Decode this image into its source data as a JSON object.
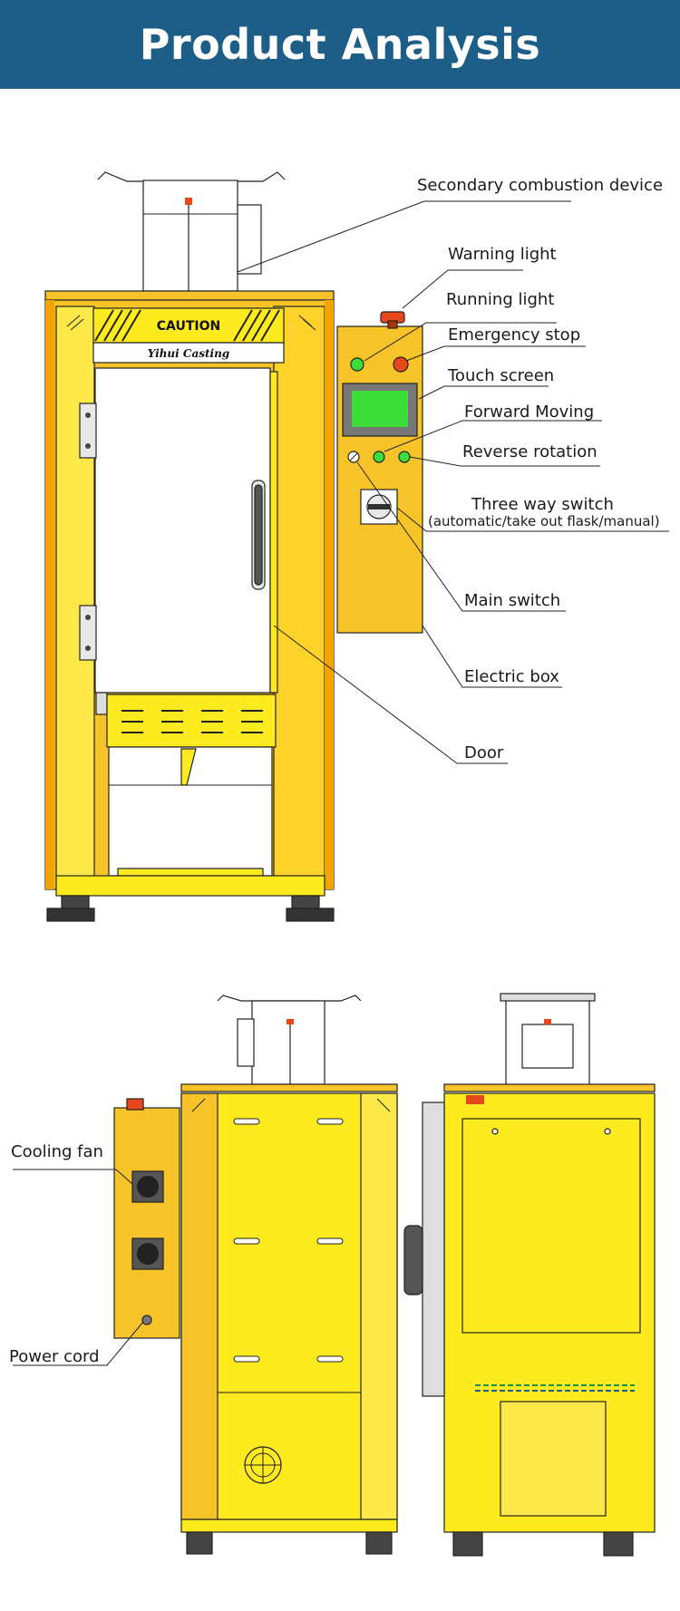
{
  "header": {
    "title": "Product Analysis"
  },
  "front_view": {
    "caution_sign": "CAUTION",
    "brand_plate": "Yihui Casting",
    "labels": {
      "secondary_combustion": "Secondary combustion device",
      "warning_light": "Warning light",
      "running_light": "Running light",
      "emergency_stop": "Emergency stop",
      "touch_screen": "Touch screen",
      "forward_moving": "Forward Moving",
      "reverse_rotation": "Reverse rotation",
      "three_way_switch": "Three way switch",
      "three_way_switch_modes": "(automatic/take out flask/manual)",
      "main_switch": "Main switch",
      "electric_box": "Electric box",
      "door": "Door"
    }
  },
  "side_view": {
    "labels": {
      "cooling_fan": "Cooling fan",
      "power_cord": "Power cord"
    }
  },
  "colors": {
    "banner": "#1c5e87",
    "machine_yellow": "#fdea1f",
    "panel_yellow": "#f6c428",
    "edge_orange": "#f0a500",
    "screen_green": "#3ede3a",
    "warning_red": "#e8471c"
  }
}
